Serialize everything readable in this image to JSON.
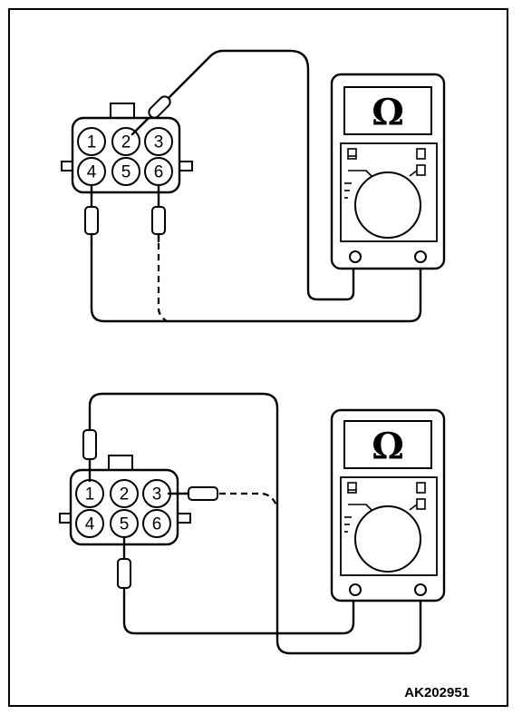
{
  "figure_code": "AK202951",
  "meter_symbol": "Ω",
  "top_panel": {
    "pins": [
      "1",
      "2",
      "3",
      "4",
      "5",
      "6"
    ],
    "probed_pins": [
      "2",
      "4",
      "6"
    ]
  },
  "bottom_panel": {
    "pins": [
      "1",
      "2",
      "3",
      "4",
      "5",
      "6"
    ],
    "probed_pins": [
      "1",
      "3",
      "5"
    ]
  }
}
